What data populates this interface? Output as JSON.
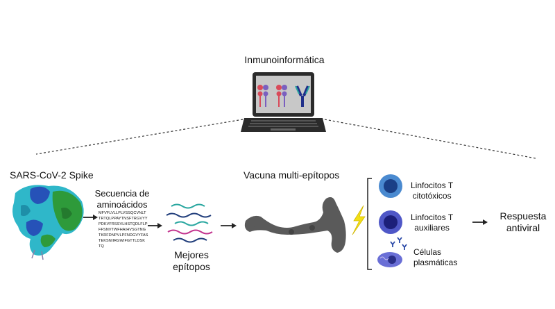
{
  "title": "Inmunoinformática",
  "spike_label": "SARS-CoV-2 Spike",
  "sequence": {
    "label_line1": "Secuencia de",
    "label_line2": "aminoácidos",
    "lines": [
      "MFVFLVLLPLVSSQCVNLT",
      "TRTQLPPAYTNSFTRGVYY",
      "PDKVFRSSVLHSTQDLFLP",
      "FFSNVTWFHAIHVSGTNG",
      "TKRFDNPVLPFNDGVYFAS",
      "TEKSNIIRGWIFGTTLDSK",
      "TQ"
    ]
  },
  "epitopes": {
    "line1": "Mejores",
    "line2": "epítopos"
  },
  "vaccine_label": "Vacuna multi-epítopos",
  "cells": {
    "cytotoxic": {
      "line1": "Linfocitos T",
      "line2": "citotóxicos"
    },
    "helper": {
      "line1": "Linfocitos T",
      "line2": "auxiliares"
    },
    "plasma": {
      "line1": "Células",
      "line2": "plasmáticas"
    }
  },
  "response": {
    "line1": "Respuesta",
    "line2": "antiviral"
  },
  "colors": {
    "cytotoxic_outer": "#4a8ad0",
    "cytotoxic_inner": "#1a3f86",
    "helper_outer": "#4f57c7",
    "helper_inner": "#1c1f7a",
    "plasma_cell": "#6a6fd6",
    "lightning": "#f3e016",
    "spike_cyan": "#2fb7c9",
    "spike_green": "#2e9a3a",
    "spike_blue": "#2652b8",
    "epitope_pink": "#c2338e",
    "epitope_teal": "#2aa7a0",
    "epitope_navy": "#1f3c7a"
  }
}
